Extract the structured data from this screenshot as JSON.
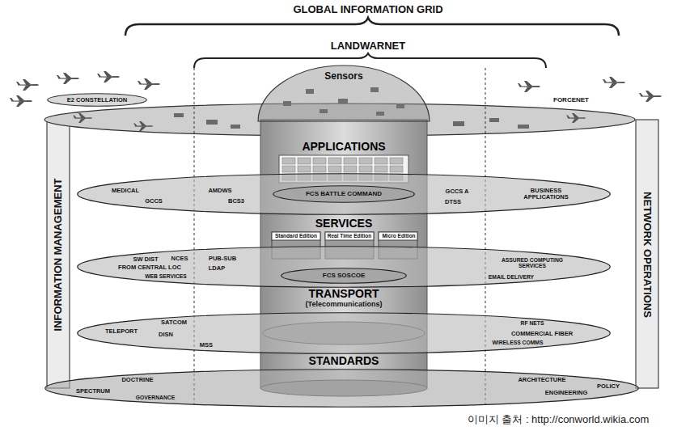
{
  "diagram": {
    "title": "GLOBAL INFORMATION GRID",
    "caption": "이미지 출처 : http://conworld.wikia.com",
    "nodes": [
      {
        "text": [
          "E2 CONSTELLATION"
        ]
      },
      {
        "text": [
          "Sensors"
        ]
      },
      {
        "text": [
          "MEDICAL",
          "GCCS",
          "AMDWS",
          "BCS3",
          "GCCS A",
          "DTSS",
          "BUSINESS APPLICATIONS"
        ]
      },
      {
        "text": [
          "FCS BATTLE COMMAND"
        ],
        "in": 2
      },
      {
        "text": [
          "SW DIST",
          "NCES",
          "FROM CENTRAL LOC",
          "WEB SERVICES",
          "PUB-SUB",
          "LDAP",
          "ASSURED COMPUTING SERVICES",
          "EMAIL DELIVERY"
        ]
      },
      {
        "text": [
          "FCS SOSCOE"
        ],
        "in": 4
      },
      {
        "text": [
          "TELEPORT",
          "SATCOM",
          "DISN",
          "MSS",
          "RF NETS",
          "COMMERCIAL FIBER",
          "WIRELESS COMMS"
        ]
      },
      {
        "text": [
          "DOCTRINE",
          "SPECTRUM",
          "GOVERNANCE",
          "ARCHITECTURE",
          "ENGINEERING",
          "POLICY"
        ]
      }
    ],
    "labels": [
      "LANDWARNET",
      "FORCENET",
      "APPLICATIONS",
      "SERVICES",
      "Standard Edition",
      "Real Time Edition",
      "Micro Edition",
      "TRANSPORT",
      "(Telecommunications)",
      "STANDARDS",
      "INFORMATION MANAGEMENT",
      "NETWORK OPERATIONS"
    ]
  }
}
